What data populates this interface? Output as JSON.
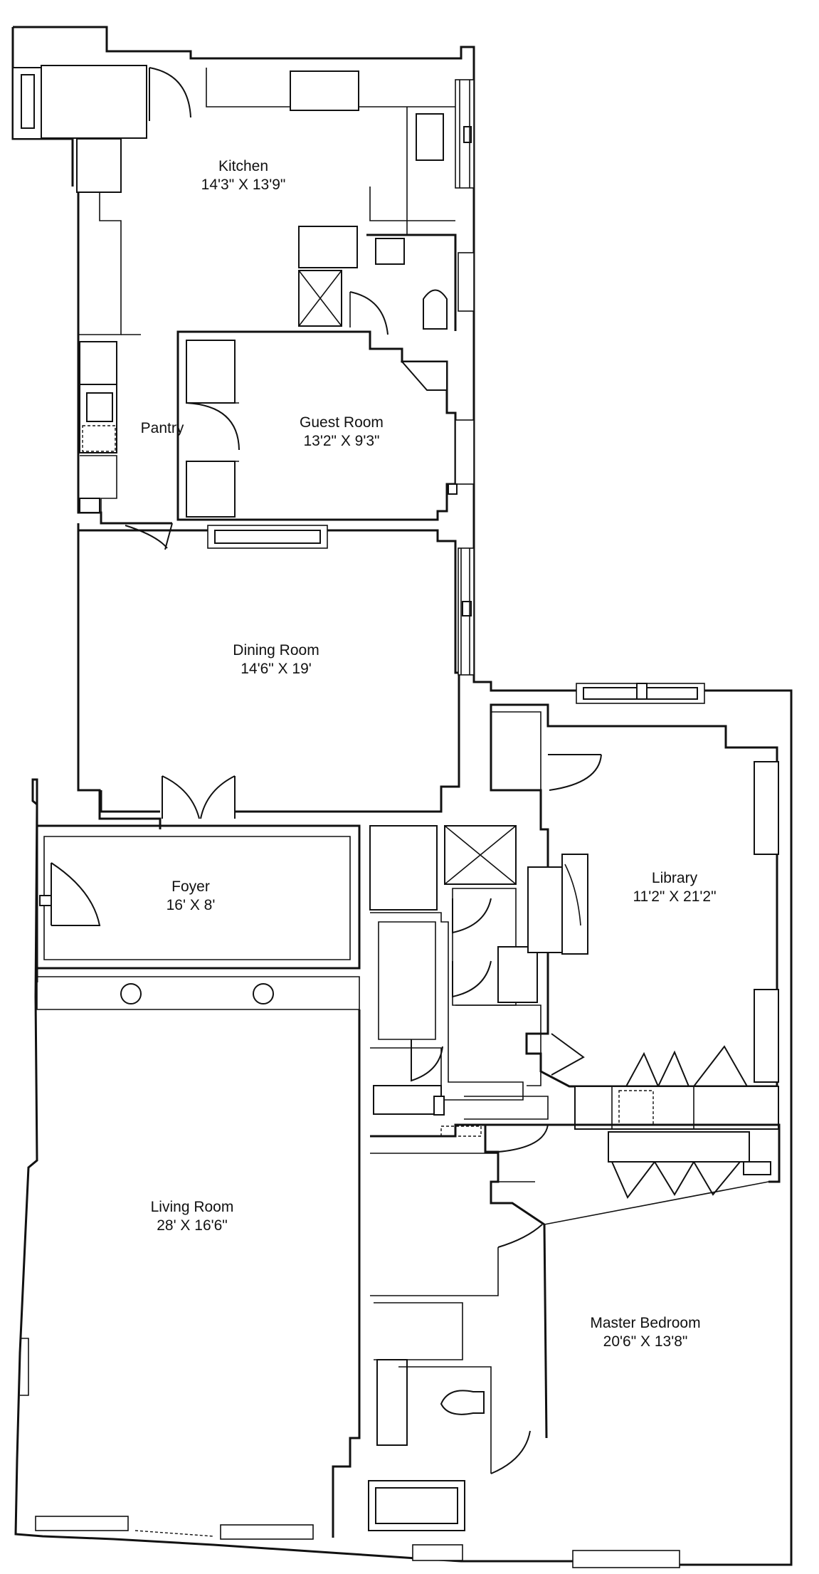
{
  "rooms": [
    {
      "key": "kitchen",
      "name": "Kitchen",
      "dims": "14'3\" X 13'9\""
    },
    {
      "key": "pantry",
      "name": "Pantry",
      "dims": ""
    },
    {
      "key": "guest_room",
      "name": "Guest Room",
      "dims": "13'2\" X 9'3\""
    },
    {
      "key": "dining_room",
      "name": "Dining Room",
      "dims": "14'6\" X 19'"
    },
    {
      "key": "foyer",
      "name": "Foyer",
      "dims": "16' X 8'"
    },
    {
      "key": "library",
      "name": "Library",
      "dims": "11'2\" X 21'2\""
    },
    {
      "key": "living_room",
      "name": "Living Room",
      "dims": "28' X 16'6\""
    },
    {
      "key": "master_bedroom",
      "name": "Master Bedroom",
      "dims": "20'6\" X 13'8\""
    }
  ]
}
